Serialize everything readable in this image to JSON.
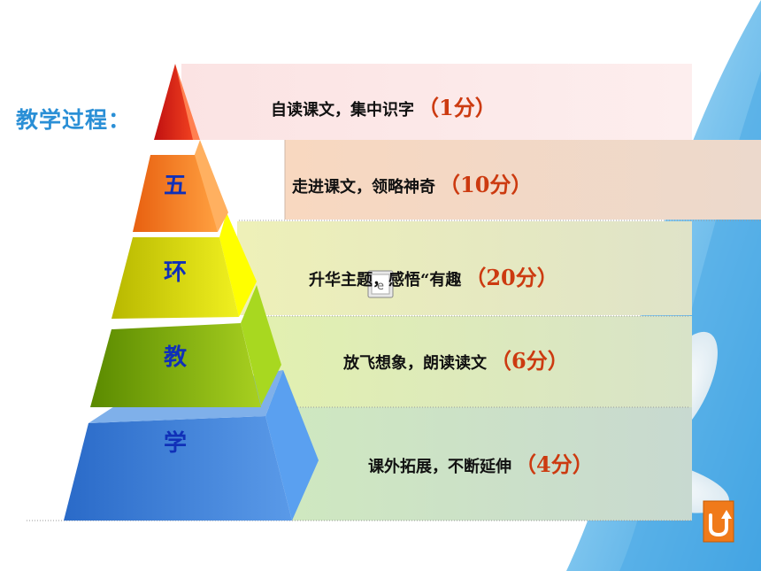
{
  "title": "教学过程：",
  "pyramid": {
    "chars": [
      "五",
      "环",
      "教",
      "学"
    ]
  },
  "steps": [
    {
      "text": "自读课文，集中识字",
      "time": "（1分）"
    },
    {
      "text": "走进课文，领略神奇",
      "time": "（10分）"
    },
    {
      "text": "升华主题，感悟“有趣",
      "time": "（20分）"
    },
    {
      "text": "放飞想象，朗读读文",
      "time": "（6分）"
    },
    {
      "text": "课外拓展，不断延伸",
      "time": "（4分）"
    }
  ],
  "icons": {
    "back": "u-turn-back-icon",
    "document": "document-icon"
  },
  "colors": {
    "title": "#2a8fd6",
    "pyramid_chars": "#1030b8",
    "time": "#cc3a10",
    "back_button": "#f07a1a"
  }
}
